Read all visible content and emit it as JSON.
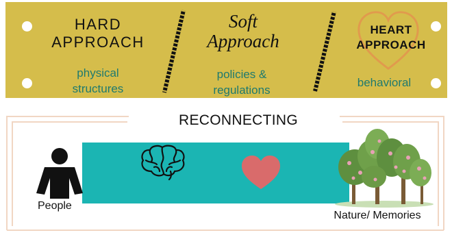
{
  "hard": {
    "title_line1": "HARD",
    "title_line2": "APPROACH",
    "subtitle_line1": "physical",
    "subtitle_line2": "structures"
  },
  "soft": {
    "title_line1": "Soft",
    "title_line2": "Approach",
    "subtitle_line1": "policies &",
    "subtitle_line2": "regulations"
  },
  "heart": {
    "title_line1": "HEART",
    "title_line2": "APPROACH",
    "subtitle": "behavioral"
  },
  "reconnecting": {
    "label": "RECONNECTING"
  },
  "people": {
    "label": "People"
  },
  "nature": {
    "label": "Nature/ Memories"
  },
  "colors": {
    "panel": "#d5bd4b",
    "subtitle_text": "#1f7a6e",
    "band": "#1bb5b3",
    "heart_fill": "#d96b6b",
    "heart_outline": "#e19a4d",
    "frame": "#f1d6c3"
  },
  "icons": [
    "person-icon",
    "brain-icon",
    "heart-icon",
    "trees-icon",
    "heart-outline-icon"
  ]
}
